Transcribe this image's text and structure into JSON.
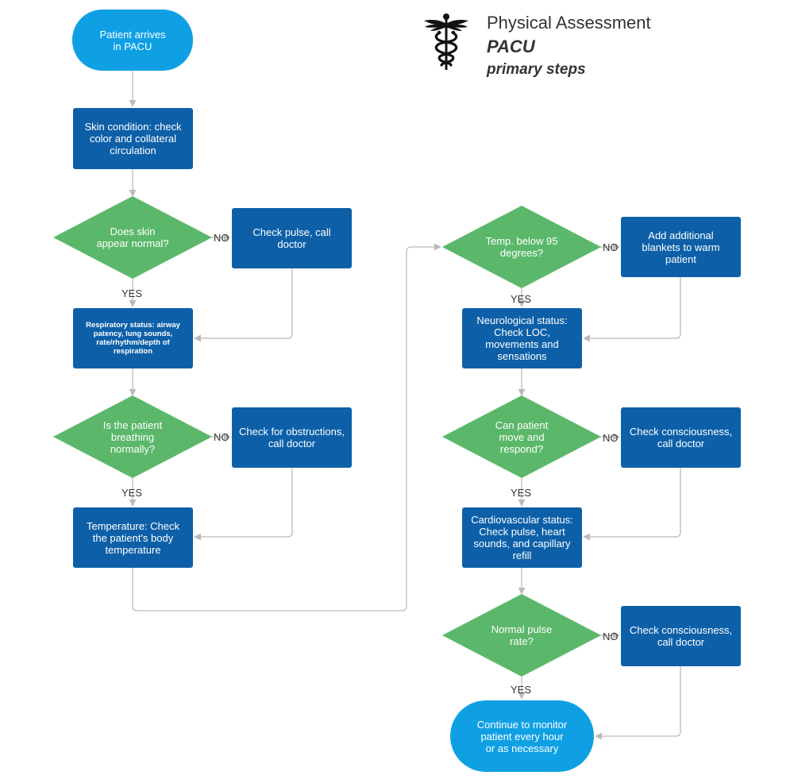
{
  "title": {
    "line1": "Physical Assessment",
    "line2": "PACU",
    "line3": "primary steps",
    "icon": "caduceus-icon"
  },
  "colors": {
    "process": "#0d60a8",
    "terminal": "#0fa0e4",
    "decision": "#5bb86a",
    "connector": "#bbbbbb",
    "text": "#333333"
  },
  "nodes": {
    "start": "Patient arrives\nin PACU",
    "skin_condition": "Skin condition: check\ncolor and collateral\ncirculation",
    "skin_normal_q": "Does skin\nappear normal?",
    "check_pulse_call": "Check pulse, call\ndoctor",
    "respiratory_status": "Respiratory status: airway\npatency, lung sounds,\nrate/rhythm/depth of\nrespiration",
    "breathing_q": "Is the patient\nbreathing\nnormally?",
    "check_obstructions": "Check for obstructions,\ncall doctor",
    "temperature": "Temperature:  Check\nthe patient's body\ntemperature",
    "temp_below_q": "Temp. below 95\ndegrees?",
    "add_blankets": "Add additional\nblankets to warm\npatient",
    "neurological_status": "Neurological status:\nCheck LOC,\nmovements and\nsensations",
    "move_respond_q": "Can patient\nmove and\nrespond?",
    "check_consciousness_1": "Check consciousness,\ncall doctor",
    "cardiovascular_status": "Cardiovascular status:\nCheck pulse, heart\nsounds, and capillary\nrefill",
    "pulse_rate_q": "Normal pulse\nrate?",
    "check_consciousness_2": "Check consciousness,\ncall doctor",
    "end": "Continue to monitor\npatient every hour\nor as necessary"
  },
  "edge_labels": {
    "skin_no": "NO",
    "skin_yes": "YES",
    "breathing_no": "NO",
    "breathing_yes": "YES",
    "temp_no": "NO",
    "temp_yes": "YES",
    "move_no": "NO",
    "move_yes": "YES",
    "pulse_no": "NO",
    "pulse_yes": "YES"
  }
}
